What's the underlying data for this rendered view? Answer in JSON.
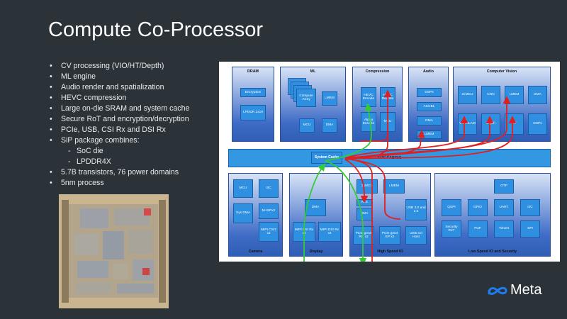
{
  "slide": {
    "title": "Compute Co-Processor",
    "bullets": [
      "CV processing (VIO/HT/Depth)",
      "ML engine",
      "Audio render and spatialization",
      "HEVC compression",
      "Large on-die SRAM and system cache",
      "Secure RoT and encryption/decryption",
      "PCIe, USB, CSI Rx and DSI Rx",
      "SiP package combines:",
      "SoC die",
      "LPDDR4X",
      "5.7B transistors, 76 power domains",
      "5nm process"
    ],
    "logo_text": "Meta"
  },
  "diagram": {
    "fabric_label": "SOC FABRIC",
    "blocks": {
      "dram": {
        "title": "DRAM",
        "subs": [
          "Encryption",
          "LPDDR 2x16"
        ]
      },
      "ml": {
        "title": "ML",
        "subs": [
          "Compute Array",
          "LMEM",
          "MCU",
          "DMA"
        ]
      },
      "compression": {
        "title": "Compression",
        "subs": [
          "HEVC Encode",
          "HEVC Decode",
          "Alpha Encode",
          "MCU"
        ]
      },
      "audio": {
        "title": "Audio",
        "subs": [
          "DSPs",
          "ACCEL",
          "DMA",
          "LMEM"
        ]
      },
      "cv": {
        "title": "Computer Vision",
        "subs": [
          "2xMCU",
          "CNN",
          "LMEM",
          "DMA",
          "VIO/SLAM",
          "Depth",
          "HT",
          "DSPs"
        ]
      },
      "camera": {
        "title": "Camera",
        "subs": [
          "MCU",
          "I3C",
          "Sys DMA",
          "M-ISPx2",
          "MIPI CSI2 x2"
        ]
      },
      "display": {
        "title": "Display",
        "subs": [
          "DMA",
          "MIPI DSI Rx x4",
          "MIPI DSI Rx x4"
        ]
      },
      "hsio": {
        "title": "High Speed IO",
        "subs": [
          "2xMCU",
          "LMEM",
          "AES",
          "DMA",
          "USB 3.0 and 2.0",
          "PCIe gen3 RC x2",
          "PCIe gen4 EP x2",
          "USB 3.0 Host"
        ]
      },
      "lsio": {
        "title": "Low Speed IO and Security",
        "subs": [
          "OTP",
          "QSPI",
          "GPIO",
          "UART",
          "I2C",
          "Security RoT",
          "PUF",
          "Timers",
          "SPI"
        ]
      },
      "system_cache": {
        "label": "System Cache"
      }
    },
    "colors": {
      "block": "#3f6cc6",
      "sub_block": "#2f8fe0",
      "fabric": "#3398e2",
      "red_wire": "#e02020",
      "green_wire": "#33cc33"
    }
  }
}
